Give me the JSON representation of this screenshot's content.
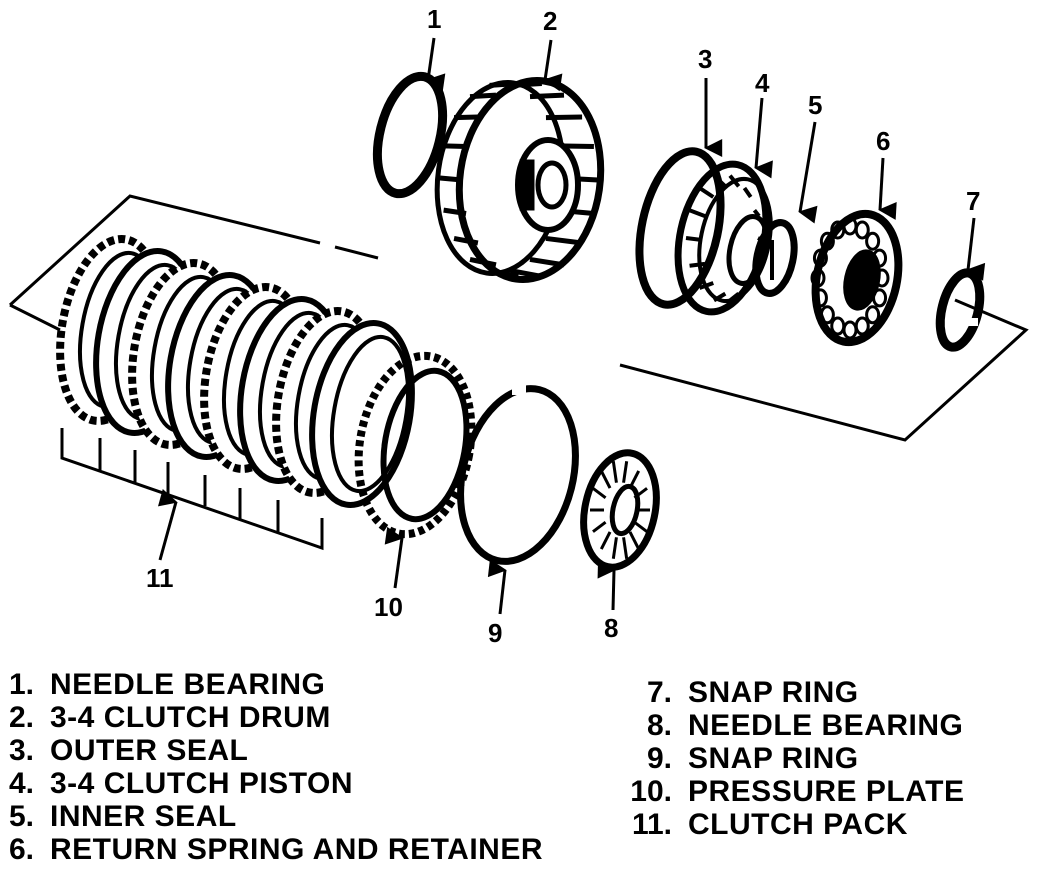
{
  "callouts": {
    "c1": "1",
    "c2": "2",
    "c3": "3",
    "c4": "4",
    "c5": "5",
    "c6": "6",
    "c7": "7",
    "c8": "8",
    "c9": "9",
    "c10": "10",
    "c11": "11"
  },
  "legend": [
    {
      "num": "1.",
      "text": "NEEDLE BEARING"
    },
    {
      "num": "2.",
      "text": "3-4 CLUTCH DRUM"
    },
    {
      "num": "3.",
      "text": "OUTER SEAL"
    },
    {
      "num": "4.",
      "text": "3-4 CLUTCH PISTON"
    },
    {
      "num": "5.",
      "text": "INNER SEAL"
    },
    {
      "num": "6.",
      "text": "RETURN SPRING AND RETAINER"
    },
    {
      "num": "7.",
      "text": "SNAP RING"
    },
    {
      "num": "8.",
      "text": "NEEDLE BEARING"
    },
    {
      "num": "9.",
      "text": "SNAP RING"
    },
    {
      "num": "10.",
      "text": "PRESSURE PLATE"
    },
    {
      "num": "11.",
      "text": "CLUTCH PACK"
    }
  ]
}
